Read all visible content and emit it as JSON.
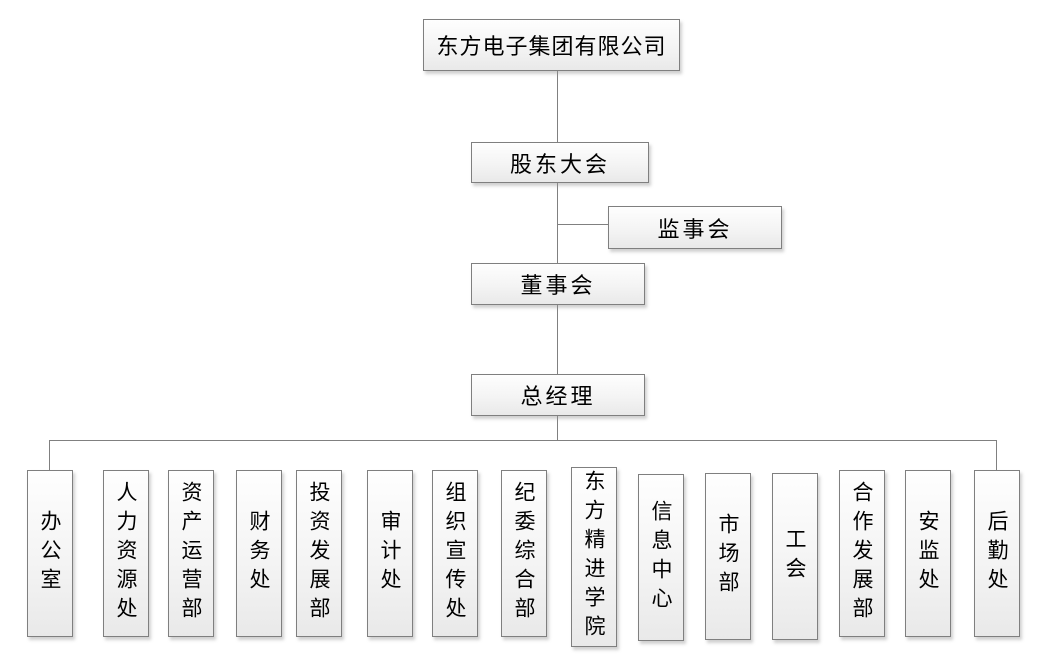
{
  "org_chart": {
    "company": "东方电子集团有限公司",
    "shareholders_meeting": "股东大会",
    "supervisory_board": "监事会",
    "board_of_directors": "董事会",
    "general_manager": "总经理",
    "departments": [
      "办公室",
      "人力资源处",
      "资产运营部",
      "财务处",
      "投资发展部",
      "审计处",
      "组织宣传处",
      "纪委综合部",
      "东方精进学院",
      "信息中心",
      "市场部",
      "工会",
      "合作发展部",
      "安监处",
      "后勤处"
    ],
    "colors": {
      "box_border": "#7f7f7f",
      "box_fill_top": "#ffffff",
      "box_fill_bottom": "#e9e9e9",
      "connector": "#808080",
      "text": "#000000",
      "background": "#ffffff"
    }
  }
}
